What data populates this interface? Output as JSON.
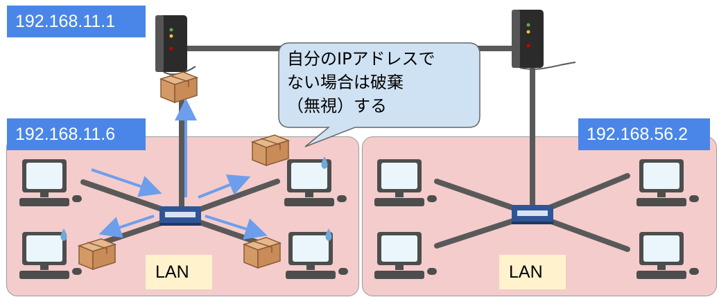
{
  "ip_labels": {
    "router_left": "192.168.11.1",
    "lan_left": "192.168.11.6",
    "lan_right": "192.168.56.2"
  },
  "speech": {
    "text": "自分のIPアドレスで\nない場合は破棄\n（無視）する"
  },
  "lan_labels": {
    "left": "LAN",
    "right": "LAN"
  },
  "colors": {
    "lan_fill": "#f4cccc",
    "ip_label_bg": "#4a86e8",
    "lan_label_bg": "#fff2cc",
    "speech_fill": "#cfe2f3",
    "arrow": "#6d9eeb",
    "cable": "#595959"
  }
}
